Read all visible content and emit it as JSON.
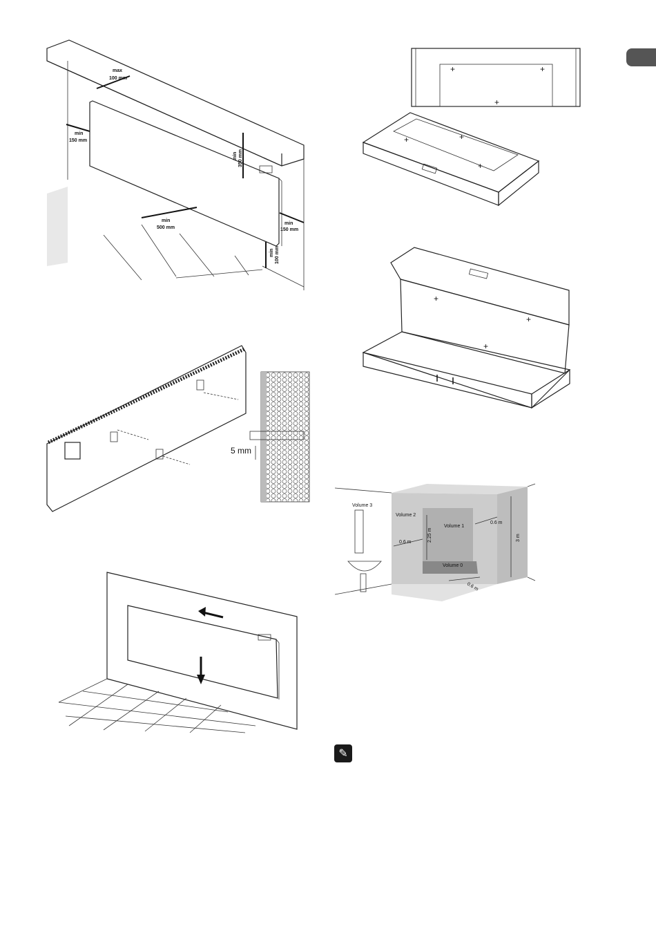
{
  "labels": {
    "max_100_line1": "max",
    "max_100_line2": "100 mm",
    "min150_left_line1": "min",
    "min150_left_line2": "150 mm",
    "min350_line1": "min",
    "min350_line2": "350 mm",
    "min500_line1": "min",
    "min500_line2": "500 mm",
    "min150_right_line1": "min",
    "min150_right_line2": "150 mm",
    "min100_line1": "min",
    "min100_line2": "100 mm",
    "five_mm": "5 mm",
    "volume3": "Volume 3",
    "volume2": "Volume 2",
    "volume1": "Volume 1",
    "volume0": "Volume 0",
    "dist_06_left": "0.6 m",
    "dist_225": "2.25 m",
    "dist_06_right": "0.6 m",
    "dist_3m": "3 m",
    "dist_06_bottom": "0.6 m"
  },
  "icons": {
    "language_tab": "section-tab",
    "note": "pencil-icon"
  }
}
